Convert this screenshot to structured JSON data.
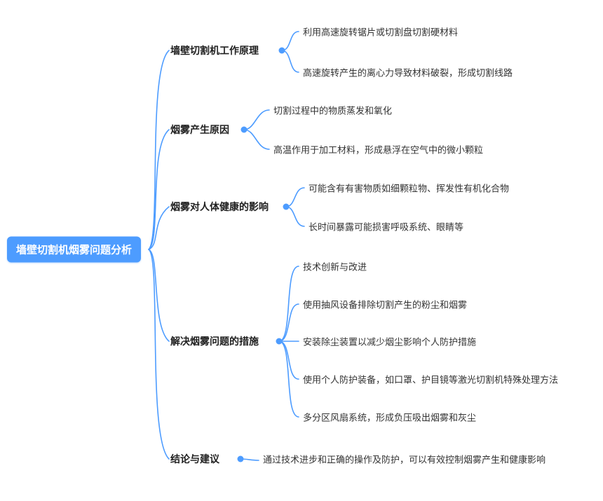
{
  "colors": {
    "accent": "#4D9CFF",
    "root_background": "#4D9CFF",
    "root_text": "#FFFFFF",
    "branch_text": "#1F1F1F",
    "leaf_text": "#333333"
  },
  "root": {
    "label": "墙壁切割机烟雾问题分析"
  },
  "branches": [
    {
      "label": "墙壁切割机工作原理",
      "children": [
        {
          "text": "利用高速旋转锯片或切割盘切割硬材料"
        },
        {
          "text": "高速旋转产生的离心力导致材料破裂，形成切割线路"
        }
      ]
    },
    {
      "label": "烟雾产生原因",
      "children": [
        {
          "text": "切割过程中的物质蒸发和氧化"
        },
        {
          "text": "高温作用于加工材料，形成悬浮在空气中的微小颗粒"
        }
      ]
    },
    {
      "label": "烟雾对人体健康的影响",
      "children": [
        {
          "text": "可能含有有害物质如细颗粒物、挥发性有机化合物"
        },
        {
          "text": "长时间暴露可能损害呼吸系统、眼睛等"
        }
      ]
    },
    {
      "label": "解决烟雾问题的措施",
      "children": [
        {
          "text": "技术创新与改进"
        },
        {
          "text": "使用抽风设备排除切割产生的粉尘和烟雾"
        },
        {
          "text": "安装除尘装置以减少烟尘影响个人防护措施"
        },
        {
          "text": "使用个人防护装备，如口罩、护目镜等激光切割机特殊处理方法"
        },
        {
          "text": "多分区风扇系统，形成负压吸出烟雾和灰尘"
        }
      ]
    },
    {
      "label": "结论与建议",
      "children": [
        {
          "text": "通过技术进步和正确的操作及防护，可以有效控制烟雾产生和健康影响"
        }
      ]
    }
  ]
}
